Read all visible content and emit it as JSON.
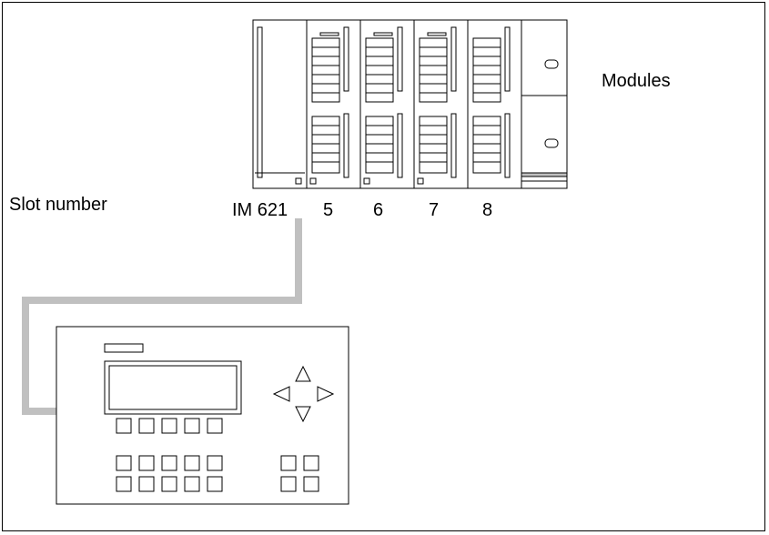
{
  "labels": {
    "modules": "Modules",
    "slot_number": "Slot number",
    "im_module": "IM 621",
    "slots": [
      "5",
      "6",
      "7",
      "8"
    ]
  },
  "colors": {
    "line": "#000000",
    "cable": "#c0c0c0",
    "background": "#ffffff"
  },
  "icons": {
    "arrows": [
      "up-arrow-icon",
      "left-arrow-icon",
      "right-arrow-icon",
      "down-arrow-icon"
    ]
  }
}
